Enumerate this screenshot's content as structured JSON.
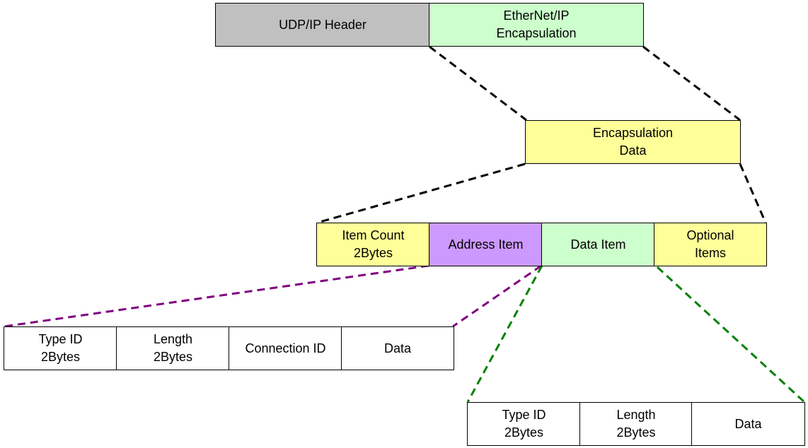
{
  "colors": {
    "gray": "#c0c0c0",
    "green": "#ccffcc",
    "yellow": "#ffff99",
    "purple": "#cc99ff",
    "white": "#ffffff",
    "black_line": "#000000",
    "purple_line": "#800080",
    "green_line": "#008000"
  },
  "packet": {
    "udp_ip_header": "UDP/IP Header",
    "ethernet_ip_encapsulation": "EtherNet/IP\nEncapsulation"
  },
  "encapsulation": {
    "encapsulation_data": "Encapsulation\nData"
  },
  "items": {
    "item_count": "Item Count\n2Bytes",
    "address_item": "Address Item",
    "data_item": "Data Item",
    "optional_items": "Optional\nItems"
  },
  "address_item_fields": {
    "type_id": "Type ID\n2Bytes",
    "length": "Length\n2Bytes",
    "connection_id": "Connection ID",
    "data": "Data"
  },
  "data_item_fields": {
    "type_id": "Type ID\n2Bytes",
    "length": "Length\n2Bytes",
    "data": "Data"
  }
}
